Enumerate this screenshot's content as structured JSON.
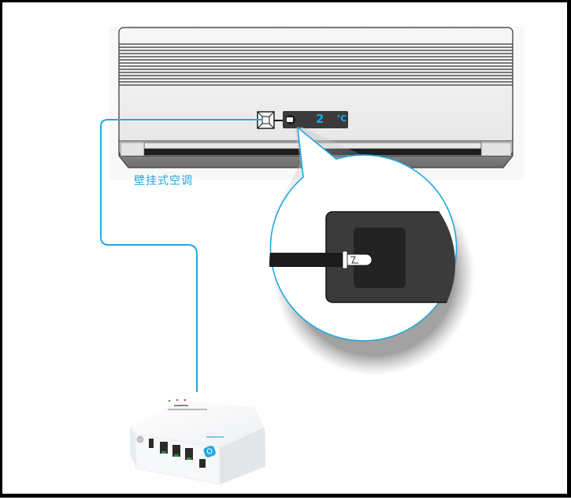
{
  "diagram": {
    "title": "Wall-mounted air conditioner connected to smart hub",
    "air_conditioner": {
      "label": "壁挂式空调",
      "display": {
        "temperature_value": "2",
        "temperature_unit": "℃"
      }
    },
    "callout": {
      "description": "Magnified view of IR emitter attached over AC receiver window"
    },
    "hub_device": {
      "description": "White multi-port control box",
      "ports": [
        "power-button",
        "usb",
        "rj45",
        "rj45",
        "rj45",
        "dc-power"
      ]
    },
    "colors": {
      "wire": "#1fa9e1",
      "label": "#1fa9e1",
      "display_bg": "#3a3a3a",
      "display_text": "#14a7e6",
      "ac_body": "#ececec",
      "ac_outline": "#333333"
    }
  }
}
